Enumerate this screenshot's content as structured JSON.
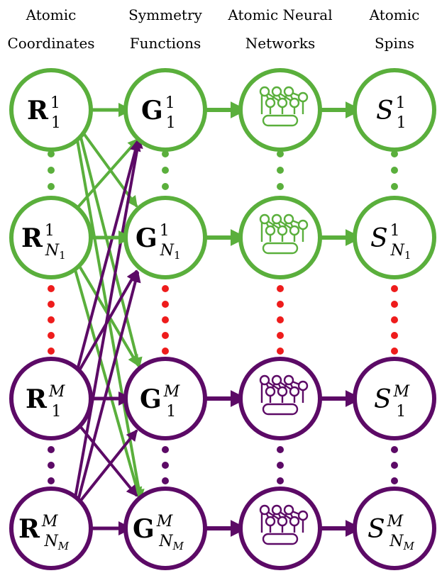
{
  "headers": {
    "col1_line1": "Atomic",
    "col1_line2": "Coordinates",
    "col2_line1": "Symmetry",
    "col2_line2": "Functions",
    "col3_line1": "Atomic Neural",
    "col3_line2": "Networks",
    "col4_line1": "Atomic",
    "col4_line2": "Spins"
  },
  "colors": {
    "group1": "#5aaf3c",
    "groupM": "#5c0a66",
    "separator": "#ee1c1c"
  },
  "rows": [
    {
      "R": {
        "base": "R",
        "sup": "1",
        "sub": "1"
      },
      "G": {
        "base": "G",
        "sup": "1",
        "sub": "1"
      },
      "S": {
        "base": "S",
        "sup": "1",
        "sub": "1"
      }
    },
    {
      "R": {
        "base": "R",
        "sup": "1",
        "sub": "N",
        "subsub": "1"
      },
      "G": {
        "base": "G",
        "sup": "1",
        "sub": "N",
        "subsub": "1"
      },
      "S": {
        "base": "S",
        "sup": "1",
        "sub": "N",
        "subsub": "1"
      }
    },
    {
      "R": {
        "base": "R",
        "sup": "M",
        "sub": "1"
      },
      "G": {
        "base": "G",
        "sup": "M",
        "sub": "1"
      },
      "S": {
        "base": "S",
        "sup": "M",
        "sub": "1"
      }
    },
    {
      "R": {
        "base": "R",
        "sup": "M",
        "sub": "N",
        "subsub": "M"
      },
      "G": {
        "base": "G",
        "sup": "M",
        "sub": "N",
        "subsub": "M"
      },
      "S": {
        "base": "S",
        "sup": "M",
        "sub": "N",
        "subsub": "M"
      }
    }
  ],
  "network_icon": "neural-network-icon"
}
